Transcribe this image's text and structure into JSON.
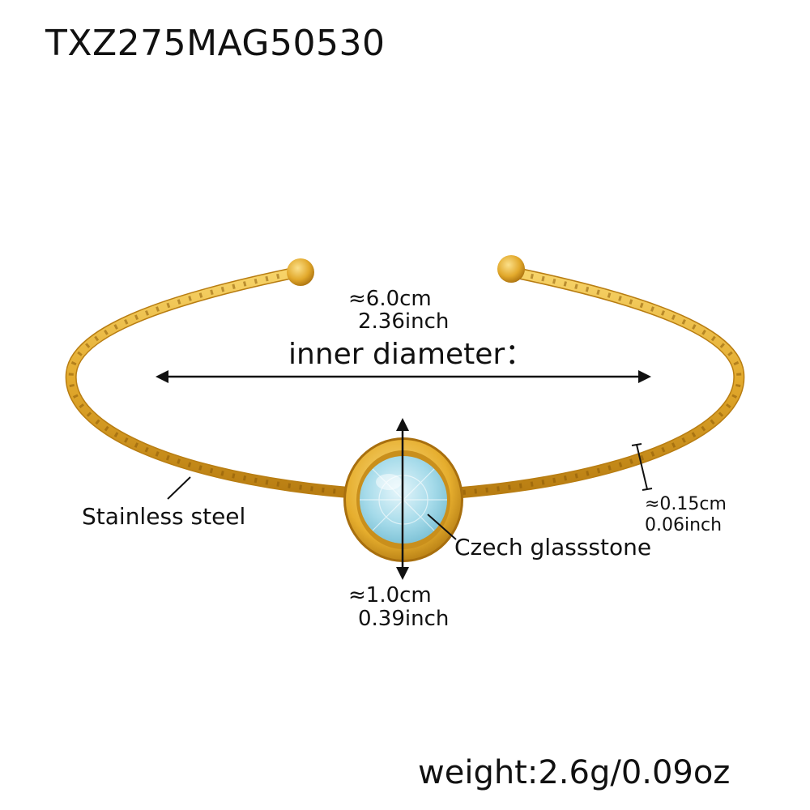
{
  "product": {
    "sku": "TXZ275MAG50530",
    "weight": "weight:2.6g/0.09oz"
  },
  "dimensions": {
    "inner_diameter_cm": "≈6.0cm",
    "inner_diameter_inch": "2.36inch",
    "inner_diameter_label": "inner diameter：",
    "stone_cm": "≈1.0cm",
    "stone_inch": "0.39inch",
    "thickness_cm": "≈0.15cm",
    "thickness_inch": "0.06inch"
  },
  "materials": {
    "band": "Stainless steel",
    "stone": "Czech glassstone"
  },
  "colors": {
    "gold": "#e2a92c",
    "gold_dark": "#b87d12",
    "gold_light": "#f7d46a",
    "stone": "#9fd6e6"
  }
}
